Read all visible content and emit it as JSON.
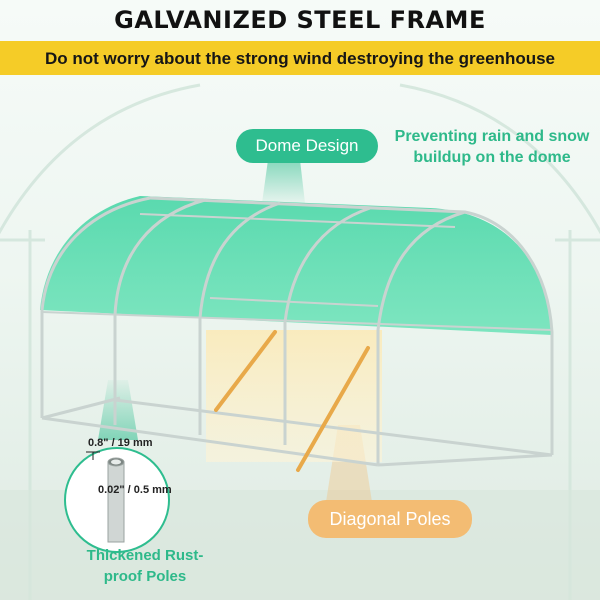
{
  "header": {
    "title": "GALVANIZED STEEL FRAME",
    "banner_text": "Do not worry about the strong wind destroying the greenhouse"
  },
  "callouts": {
    "dome_label": "Dome Design",
    "dome_note": "Preventing rain and snow buildup on the dome",
    "diagonal_label": "Diagonal Poles",
    "poles_note": "Thickened Rust-proof Poles"
  },
  "pole_specs": {
    "outer_diameter": "0.8\" / 19 mm",
    "wall_thickness": "0.02\" / 0.5 mm"
  },
  "colors": {
    "banner_yellow": "#f5cc27",
    "accent_green": "#2ebd8f",
    "cover_green": "#3fcf9e",
    "diagonal_orange": "#f3bc73",
    "pole_orange": "#e8a94a"
  }
}
